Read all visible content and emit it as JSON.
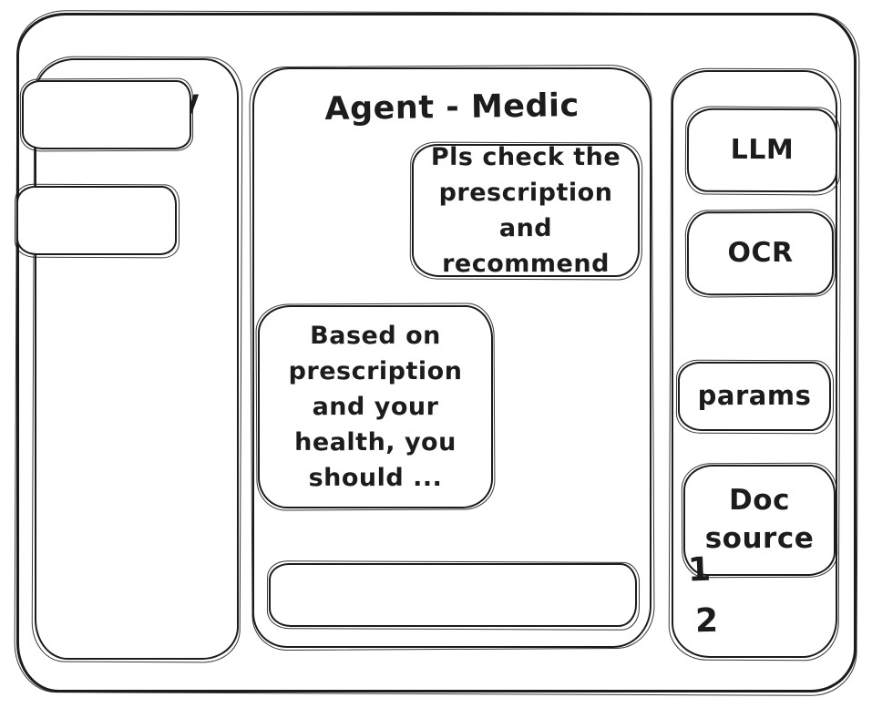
{
  "window": {
    "ink_color": "#1c1c1c",
    "background_color": "#ffffff"
  },
  "history_panel": {
    "title": "History",
    "items": [
      {
        "label": ""
      },
      {
        "label": ""
      }
    ]
  },
  "chat_panel": {
    "title": "Agent - Medic",
    "messages": [
      {
        "role": "user",
        "text": "Pls check the prescription and recommend"
      },
      {
        "role": "assistant",
        "text": "Based on prescription and your health, you should ..."
      }
    ],
    "input": {
      "value": "",
      "placeholder": ""
    }
  },
  "tools_panel": {
    "llm_label": "LLM",
    "ocr_label": "OCR",
    "params_label": "params",
    "doc_source_label": "Doc source",
    "doc_source_items": [
      "1",
      "2"
    ]
  }
}
